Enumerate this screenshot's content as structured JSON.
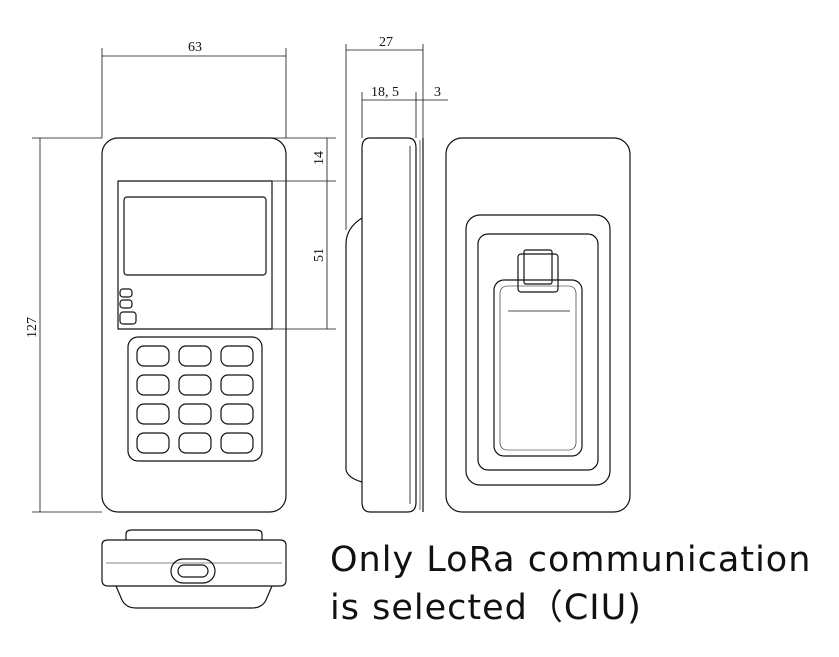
{
  "dimensions": {
    "front_width": "63",
    "side_depth": "27",
    "side_body_depth": "18, 5",
    "side_bracket_depth": "3",
    "top_margin": "14",
    "display_height": "51",
    "total_height": "127"
  },
  "caption": {
    "line1": "Only LoRa communication",
    "line2": "is selected（CIU)"
  },
  "colors": {
    "stroke": "#111111",
    "background": "#ffffff"
  }
}
